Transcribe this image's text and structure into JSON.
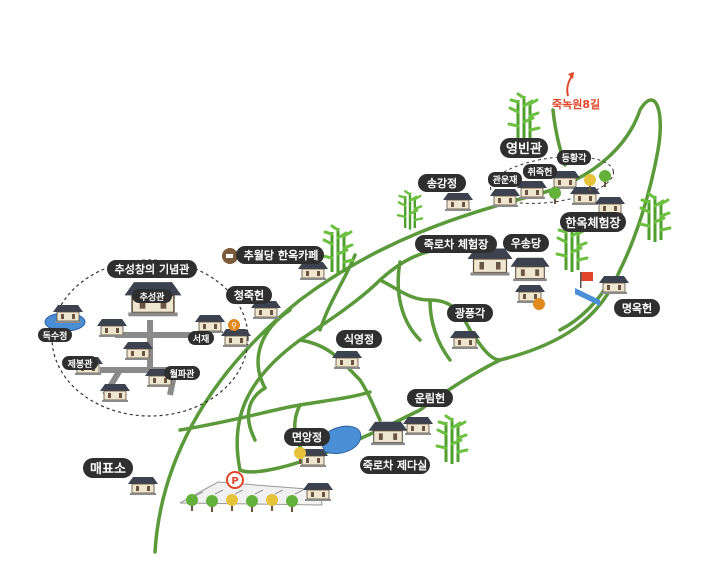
{
  "map": {
    "entrance_label": "죽녹원8길",
    "colors": {
      "path": "#5a9a3a",
      "label_bg": "#2f2f2f",
      "label_text": "#ffffff",
      "bamboo": "#4e9f2e",
      "roof": "#3d4250",
      "wall": "#efe6cf",
      "pond": "#4a8fd6",
      "accent_red": "#e0452a",
      "tree_yellow": "#e6c23b"
    },
    "labels": {
      "yeongbingwan": "영빈관",
      "deunghwanggak": "등황각",
      "chwijukheon": "취죽헌",
      "gwanunjae": "관운재",
      "songganjeong": "송강정",
      "hanok_experience": "한옥체험장",
      "chuwoldang_cafe": "추월당 한옥카페",
      "jukrocha_experience": "죽로차 체험장",
      "usongdang": "우송당",
      "chuseongchang_memorial": "추성창의 기념관",
      "chuseonggwan": "추성관",
      "cheongjukheon": "청죽헌",
      "doksujeong": "독수정",
      "seojae": "서재",
      "jebonggwan": "제봉관",
      "wolpagwan": "월파관",
      "gwangpunggak": "광풍각",
      "sigyeongjeong": "식영정",
      "myeongokheon": "명옥헌",
      "unlimheon": "운림헌",
      "myeonangjeong": "면앙정",
      "jukrocha_jedasil": "죽로차 제다실",
      "ticket_office": "매표소",
      "parking": "P"
    }
  }
}
